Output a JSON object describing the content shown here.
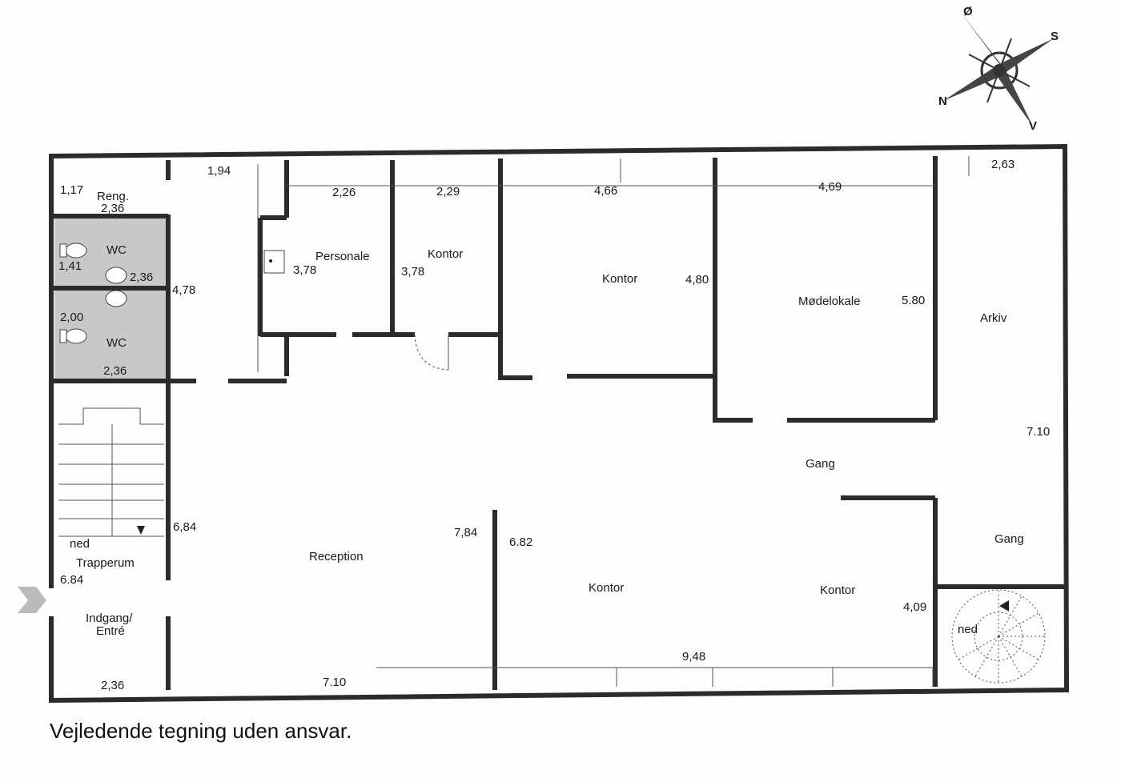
{
  "compass": {
    "north": "N",
    "south": "S",
    "east": "Ø",
    "west": "V"
  },
  "rooms": {
    "reng": "Reng.",
    "wc1": "WC",
    "wc2": "WC",
    "personale": "Personale",
    "kontor1": "Kontor",
    "kontor2": "Kontor",
    "modelokale": "Mødelokale",
    "arkiv": "Arkiv",
    "gang1": "Gang",
    "gang2": "Gang",
    "reception": "Reception",
    "kontor3": "Kontor",
    "kontor4": "Kontor",
    "trapperum": "Trapperum",
    "ned1": "ned",
    "ned2": "ned",
    "indgang": "Indgang/",
    "entre": "Entré"
  },
  "dimensions": {
    "d1": "1,17",
    "d2": "2,36",
    "d3": "1,94",
    "d4": "2,26",
    "d5": "2,29",
    "d6": "4,66",
    "d7": "4,69",
    "d8": "2,63",
    "d9": "1,41",
    "d10": "2,36",
    "d11": "4,78",
    "d12": "3,78",
    "d13": "3,78",
    "d14": "4,80",
    "d15": "5.80",
    "d16": "2,00",
    "d17": "2,36",
    "d18": "7.10",
    "d19": "6,84",
    "d20": "7,84",
    "d21": "6.82",
    "d22": "6.84",
    "d23": "4,09",
    "d24": "9,48",
    "d25": "2,36",
    "d26": "7.10"
  },
  "disclaimer": "Vejledende tegning uden ansvar."
}
